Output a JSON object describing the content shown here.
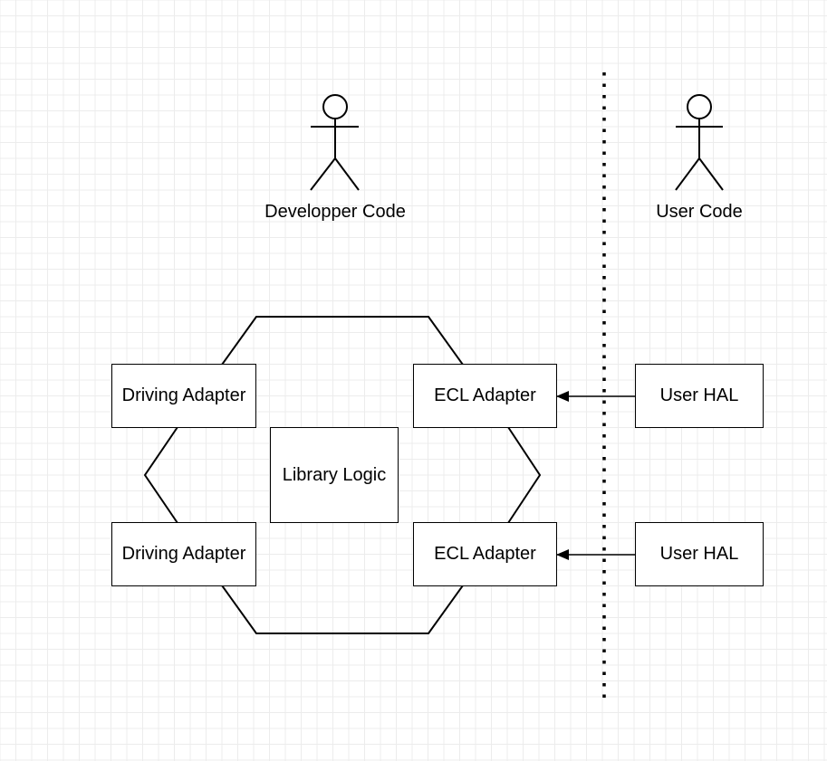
{
  "diagram": {
    "actors": [
      {
        "id": "developer",
        "label": "Developper Code"
      },
      {
        "id": "user",
        "label": "User Code"
      }
    ],
    "core": {
      "label": "Library Logic"
    },
    "driving_adapters": [
      {
        "label": "Driving Adapter"
      },
      {
        "label": "Driving Adapter"
      }
    ],
    "ecl_adapters": [
      {
        "label": "ECL Adapter"
      },
      {
        "label": "ECL Adapter"
      }
    ],
    "user_hals": [
      {
        "label": "User HAL"
      },
      {
        "label": "User HAL"
      }
    ],
    "edges": [
      {
        "from": "user-hal-1",
        "to": "ecl-adapter-1",
        "style": "arrow"
      },
      {
        "from": "user-hal-2",
        "to": "ecl-adapter-2",
        "style": "arrow"
      }
    ],
    "boundary": {
      "style": "dotted",
      "orientation": "vertical"
    }
  }
}
